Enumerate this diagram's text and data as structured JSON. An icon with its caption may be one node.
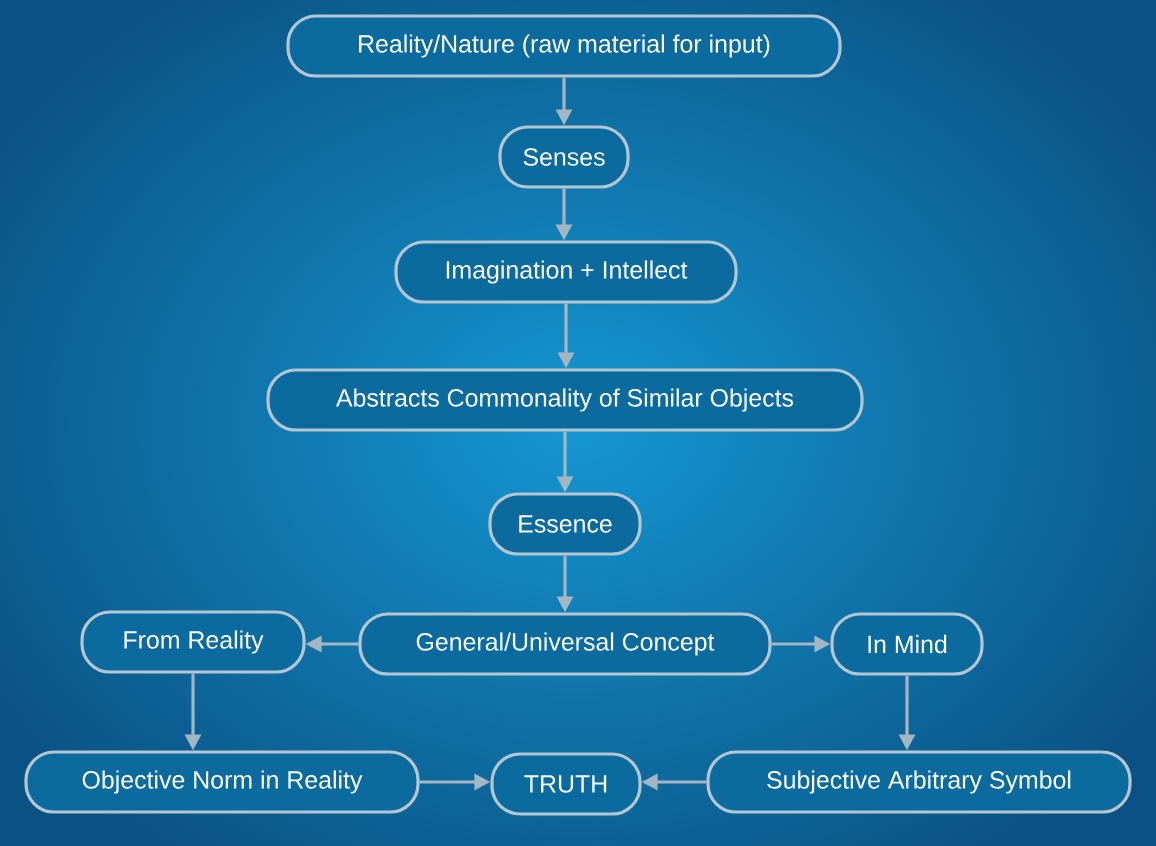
{
  "diagram": {
    "nodes": [
      {
        "text": [
          "Reality/Nature (raw material for input)"
        ]
      },
      {
        "text": [
          "Senses"
        ]
      },
      {
        "text": [
          "Imagination + Intellect"
        ]
      },
      {
        "text": [
          "Abstracts Commonality of Similar Objects"
        ]
      },
      {
        "text": [
          "Essence"
        ]
      },
      {
        "text": [
          "General/Universal Concept"
        ]
      },
      {
        "text": [
          "From Reality"
        ]
      },
      {
        "text": [
          "In Mind"
        ]
      },
      {
        "text": [
          "Objective Norm in Reality"
        ]
      },
      {
        "text": [
          "TRUTH"
        ]
      },
      {
        "text": [
          "Subjective Arbitrary Symbol"
        ]
      }
    ],
    "edges": [
      {
        "from": 0,
        "to": 1,
        "arrow": "to"
      },
      {
        "from": 1,
        "to": 2,
        "arrow": "to"
      },
      {
        "from": 2,
        "to": 3,
        "arrow": "to"
      },
      {
        "from": 3,
        "to": 4,
        "arrow": "to"
      },
      {
        "from": 4,
        "to": 5,
        "arrow": "to"
      },
      {
        "from": 5,
        "to": 6,
        "arrow": "to"
      },
      {
        "from": 5,
        "to": 7,
        "arrow": "to"
      },
      {
        "from": 6,
        "to": 8,
        "arrow": "to"
      },
      {
        "from": 7,
        "to": 10,
        "arrow": "to"
      },
      {
        "from": 8,
        "to": 9,
        "arrow": "to"
      },
      {
        "from": 10,
        "to": 9,
        "arrow": "to"
      }
    ]
  }
}
